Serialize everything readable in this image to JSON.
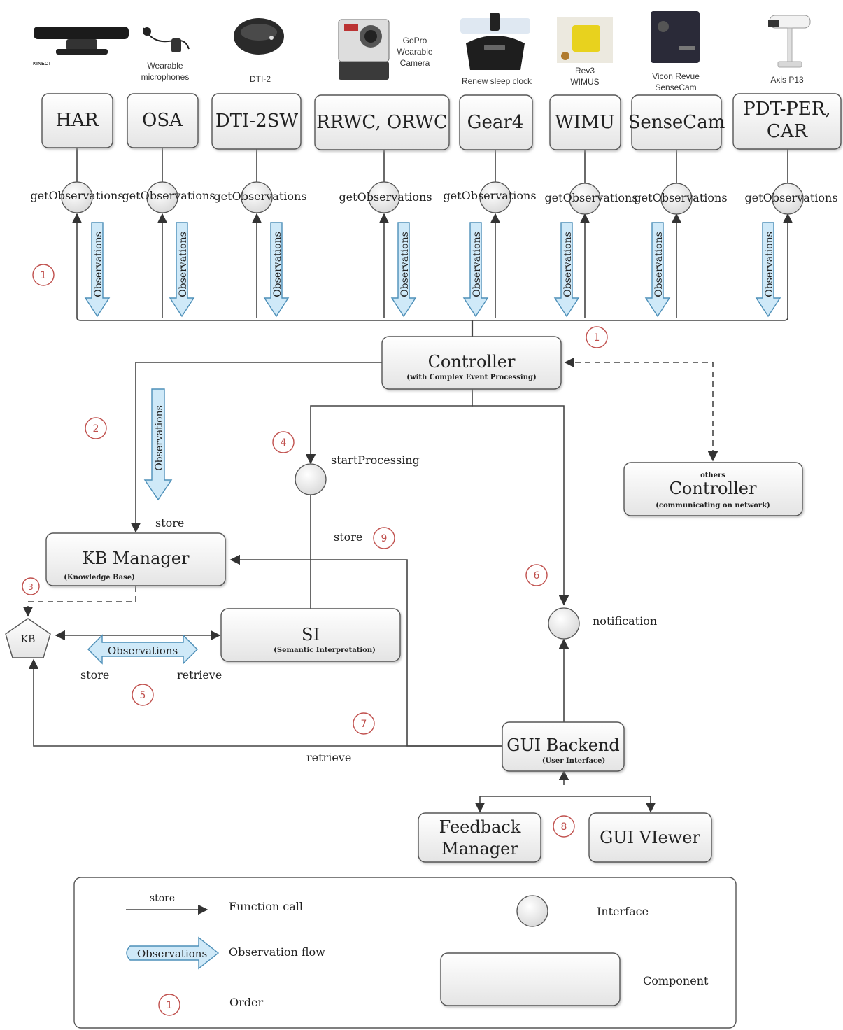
{
  "devices": [
    {
      "label_lines": [
        "KINECT"
      ]
    },
    {
      "label_lines": [
        "Wearable",
        "microphones"
      ]
    },
    {
      "label_lines": [
        "DTI-2"
      ]
    },
    {
      "label_lines": [
        "GoPro",
        "Wearable",
        "Camera"
      ]
    },
    {
      "label_lines": [
        "Renew sleep clock"
      ]
    },
    {
      "label_lines": [
        "Rev3",
        "WIMUS"
      ]
    },
    {
      "label_lines": [
        "Vicon Revue",
        "SenseCam"
      ]
    },
    {
      "label_lines": [
        "Axis P13"
      ]
    }
  ],
  "sensors": [
    {
      "label_lines": [
        "HAR"
      ]
    },
    {
      "label_lines": [
        "OSA"
      ]
    },
    {
      "label_lines": [
        "DTI-2SW"
      ]
    },
    {
      "label_lines": [
        "RRWC, ORWC"
      ]
    },
    {
      "label_lines": [
        "Gear4"
      ]
    },
    {
      "label_lines": [
        "WIMU"
      ]
    },
    {
      "label_lines": [
        "SenseCam"
      ]
    },
    {
      "label_lines": [
        "PDT-PER,",
        "CAR"
      ]
    }
  ],
  "interface_label": "getObservations",
  "flow_label": "Observations",
  "controller": {
    "title": "Controller",
    "subtitle": "(with Complex Event Processing)"
  },
  "other_controller": {
    "prefix": "others",
    "title": "Controller",
    "subtitle": "(communicating on network)"
  },
  "kb_manager": {
    "title": "KB Manager",
    "subtitle": "(Knowledge Base)"
  },
  "kb": "KB",
  "si": {
    "title": "SI",
    "subtitle": "(Semantic Interpretation)"
  },
  "gui_backend": {
    "title": "GUI Backend",
    "subtitle": "(User Interface)"
  },
  "feedback_manager": {
    "label_lines": [
      "Feedback",
      "Manager"
    ]
  },
  "gui_viewer": "GUI VIewer",
  "labels": {
    "start_processing": "startProcessing",
    "notification": "notification",
    "store": "store",
    "retrieve": "retrieve"
  },
  "order_numbers": [
    "1",
    "1",
    "2",
    "3",
    "4",
    "5",
    "6",
    "7",
    "8",
    "9"
  ],
  "legend": {
    "store_example": "store",
    "function_call": "Function call",
    "observation_flow": "Observation flow",
    "order": "Order",
    "order_example": "1",
    "interface": "Interface",
    "component": "Component"
  }
}
